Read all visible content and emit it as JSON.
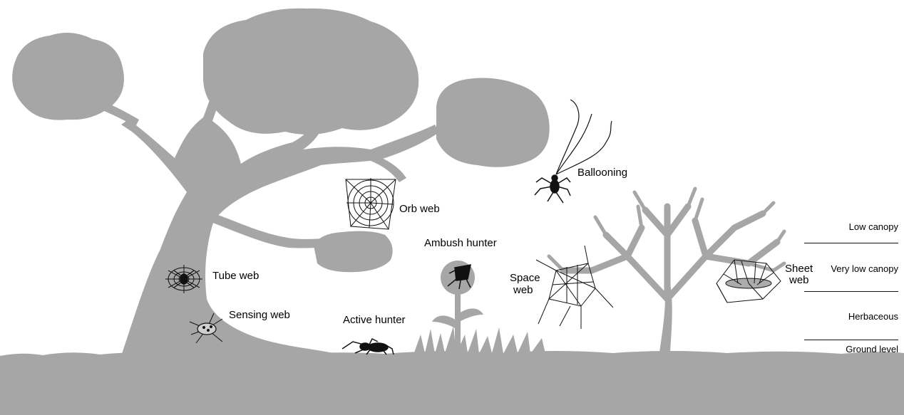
{
  "colors": {
    "silhouette": "#a6a6a6",
    "ink": "#111111",
    "background": "#ffffff"
  },
  "labels": {
    "orb_web": "Orb web",
    "ballooning": "Ballooning",
    "tube_web": "Tube web",
    "sensing_web": "Sensing web",
    "ambush_hunter": "Ambush hunter",
    "active_hunter": "Active hunter",
    "space_web_line1": "Space",
    "space_web_line2": "web",
    "sheet_web_line1": "Sheet",
    "sheet_web_line2": "web"
  },
  "layers": [
    {
      "label": "Low canopy"
    },
    {
      "label": "Very low canopy"
    },
    {
      "label": "Herbaceous"
    },
    {
      "label": "Ground level"
    }
  ],
  "icons": [
    "tree-silhouette",
    "shrub-silhouette",
    "flower-silhouette",
    "grass-silhouette",
    "spider-icon"
  ]
}
